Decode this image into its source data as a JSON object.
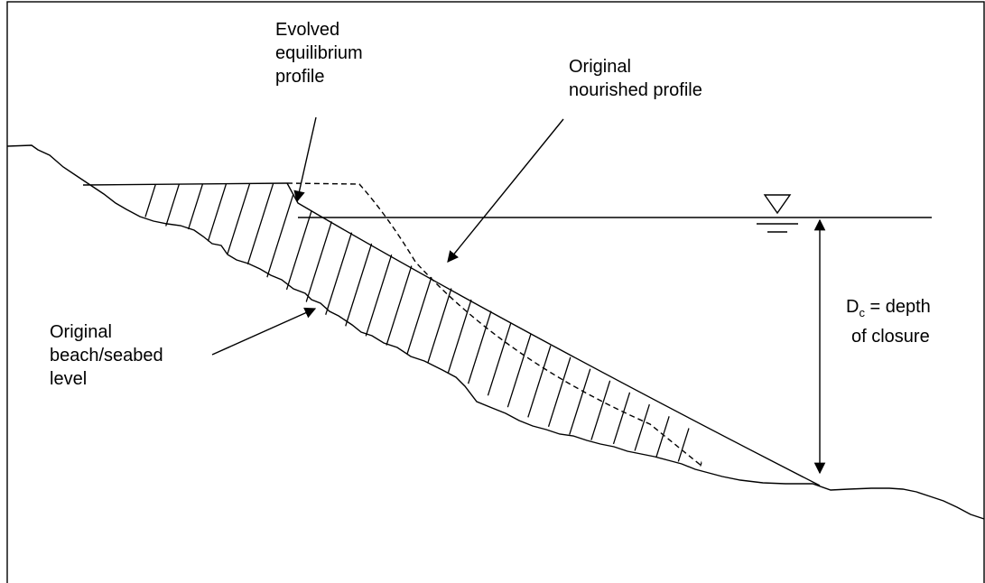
{
  "labels": {
    "evolved": [
      "Evolved",
      "equilibrium",
      "profile"
    ],
    "nourished": [
      "Original",
      "nourished profile"
    ],
    "original_bed": [
      "Original",
      "beach/seabed",
      "level"
    ],
    "depth_main": "D",
    "depth_sub": "c",
    "depth_rest": " = depth",
    "depth_line2": "of closure"
  },
  "colors": {
    "ink": "#000000",
    "background": "#ffffff"
  }
}
